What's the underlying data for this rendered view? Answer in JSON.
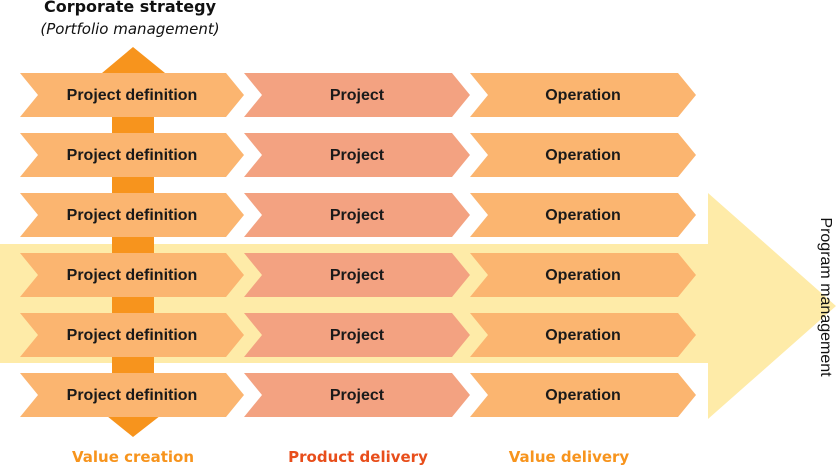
{
  "top": {
    "title": "Corporate strategy",
    "subtitle": "(Portfolio management)"
  },
  "side_label": "Program management",
  "rows": [
    [
      "Project definition",
      "Project",
      "Operation"
    ],
    [
      "Project definition",
      "Project",
      "Operation"
    ],
    [
      "Project definition",
      "Project",
      "Operation"
    ],
    [
      "Project definition",
      "Project",
      "Operation"
    ],
    [
      "Project definition",
      "Project",
      "Operation"
    ],
    [
      "Project definition",
      "Project",
      "Operation"
    ]
  ],
  "column_labels": [
    "Value creation",
    "Product delivery",
    "Value delivery"
  ],
  "colors": {
    "definition": "#FBB570",
    "project": "#F3A281",
    "operation": "#FBB570",
    "vertical_arrow": "#F7941D",
    "big_arrow": "#FEEBA8",
    "value_creation": "#F7941D",
    "product_delivery": "#E84E1B",
    "value_delivery": "#F7941D"
  }
}
